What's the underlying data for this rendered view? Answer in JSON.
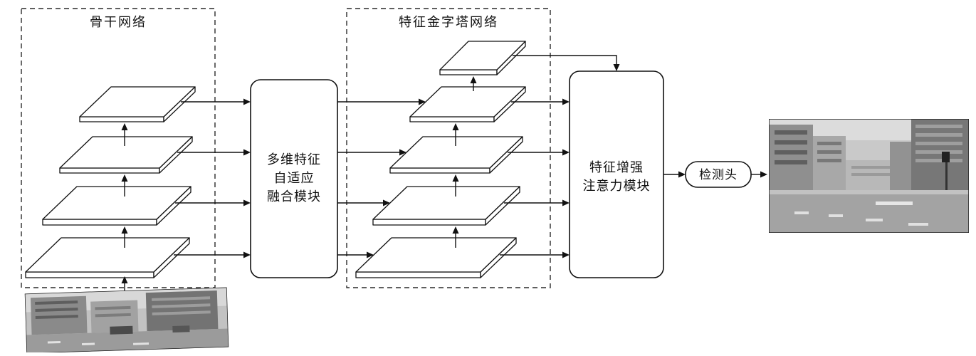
{
  "figure": {
    "backbone": {
      "label": "骨干网络",
      "layer_count": 4
    },
    "fusion_module": {
      "lines": [
        "多维特征",
        "自适应",
        "融合模块"
      ]
    },
    "fpn": {
      "label": "特征金字塔网络",
      "layer_count": 5
    },
    "attention_module": {
      "lines": [
        "特征增强",
        "注意力模块"
      ]
    },
    "detection_head": {
      "label": "检测头"
    },
    "input_image": {
      "name": "input-street-scene-photo"
    },
    "output_image": {
      "name": "output-street-scene-photo"
    },
    "colors": {
      "stroke": "#111111",
      "background": "#ffffff",
      "photo_gray": "#a5a5a5"
    }
  }
}
